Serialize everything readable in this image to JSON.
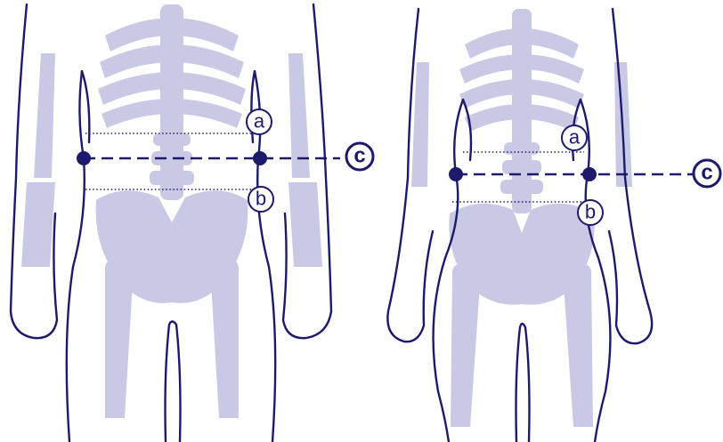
{
  "figures": [
    {
      "name": "male-torso",
      "markers": {
        "a": "a",
        "b": "b",
        "c": "c"
      }
    },
    {
      "name": "female-torso",
      "markers": {
        "a": "a",
        "b": "b",
        "c": "c"
      }
    }
  ],
  "colors": {
    "outline": "#1d1a6b",
    "skeleton": "#c9c9e6",
    "background": "#ffffff"
  }
}
